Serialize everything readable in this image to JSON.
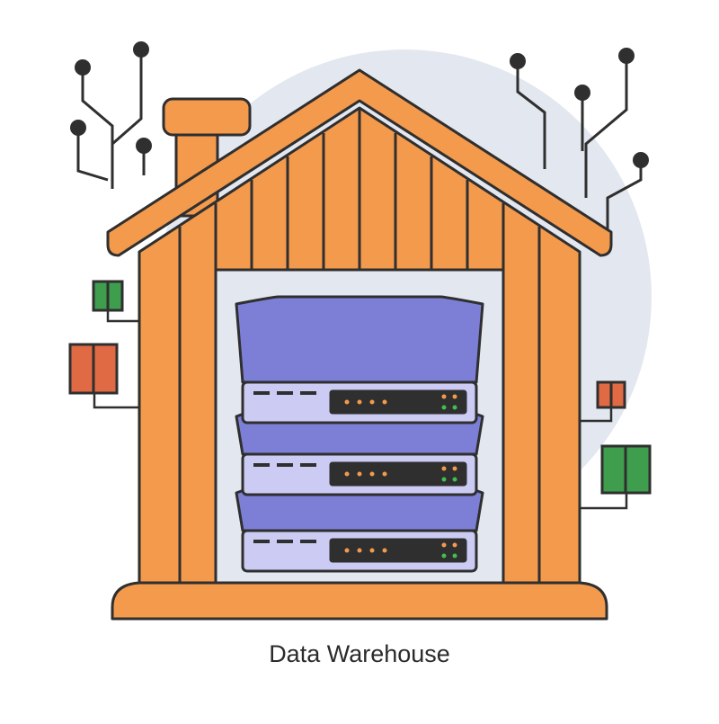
{
  "caption": "Data Warehouse",
  "colors": {
    "outline": "#2f2f2f",
    "wood": "#f39a4c",
    "backdrop_circle": "#e3e7f0",
    "server": "#7d7fd6",
    "server_front": "#cbcbf3",
    "display": "#2f2f2f",
    "led_orange": "#f39a4c",
    "led_green": "#3fbf4f",
    "module_green": "#3e9e4e",
    "module_orange": "#e06a43"
  },
  "icons": {
    "house": "warehouse-icon",
    "server_stack": "server-rack-icon",
    "circuit": "circuit-node-icon",
    "module": "data-module-icon"
  },
  "servers": [
    {
      "name": "server-unit-top"
    },
    {
      "name": "server-unit-middle"
    },
    {
      "name": "server-unit-bottom"
    }
  ]
}
